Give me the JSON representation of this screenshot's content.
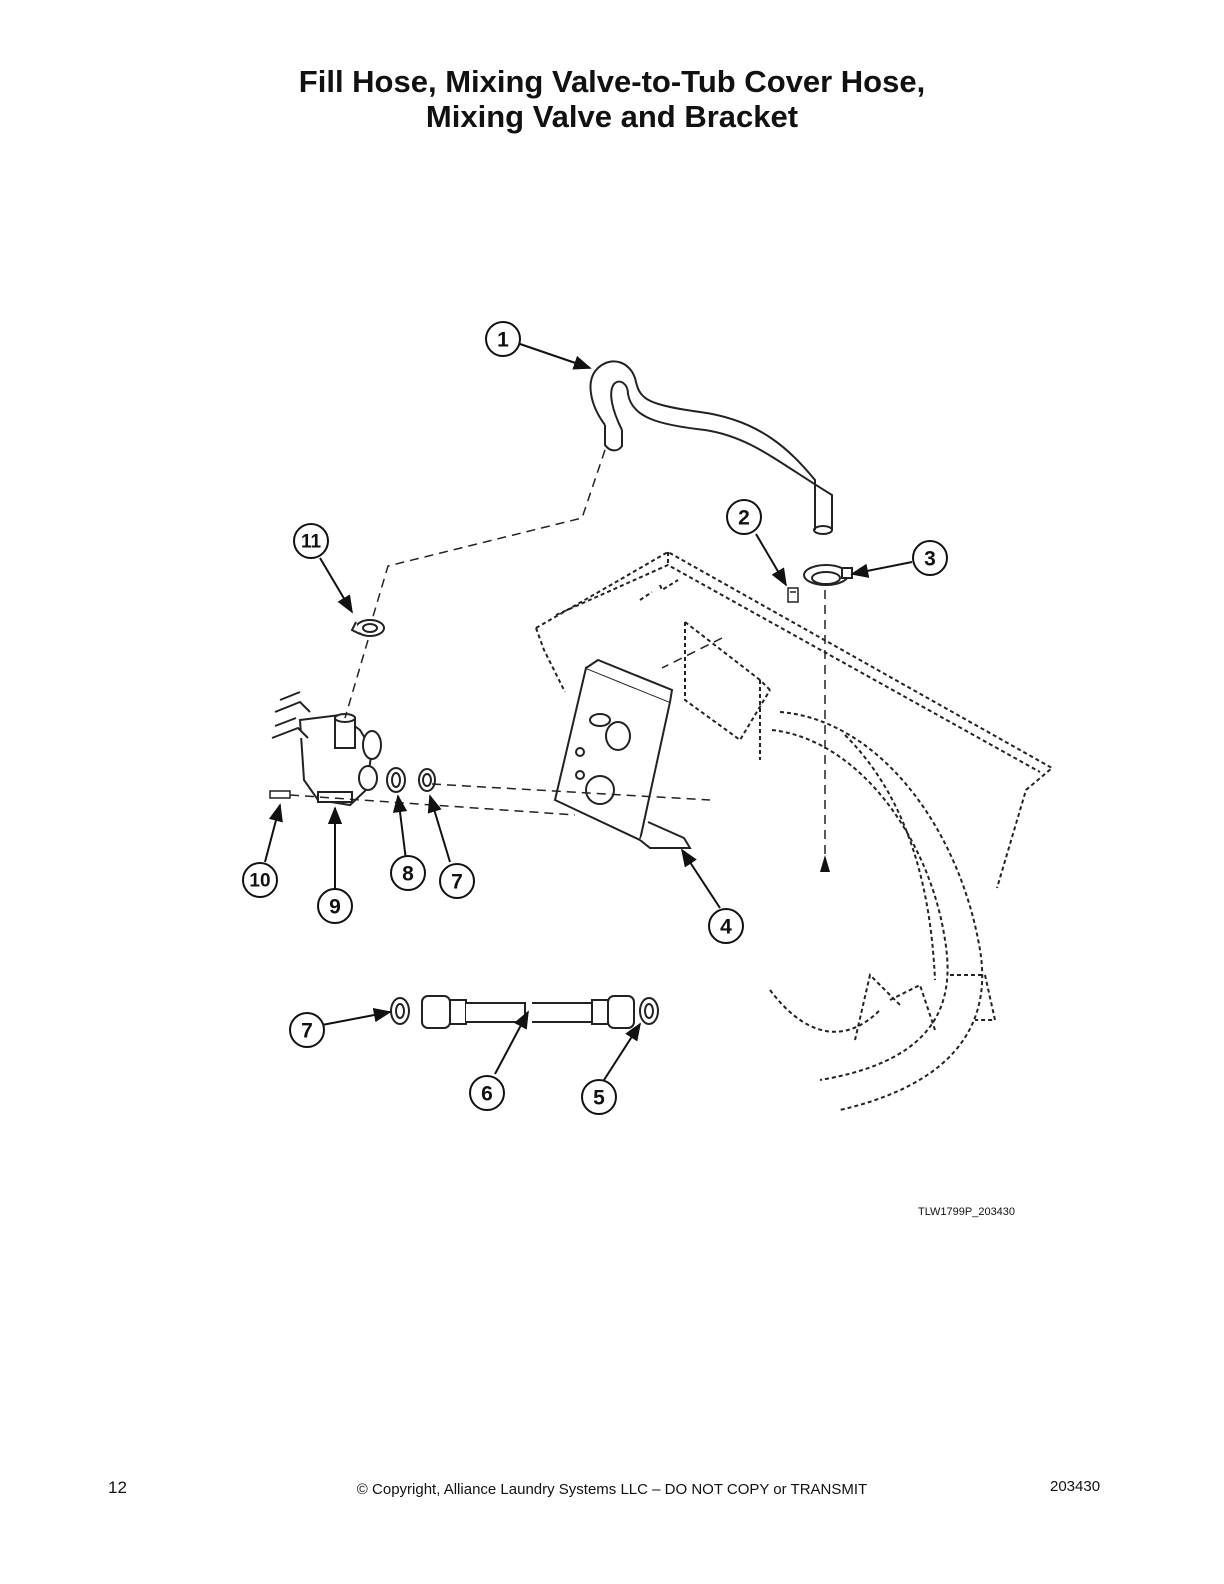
{
  "title": {
    "line1": "Fill Hose, Mixing Valve-to-Tub Cover Hose,",
    "line2": "Mixing Valve and Bracket"
  },
  "callouts": [
    "1",
    "2",
    "3",
    "4",
    "5",
    "6",
    "7",
    "7",
    "8",
    "9",
    "10",
    "11"
  ],
  "drawing_code": "TLW1799P_203430",
  "footer": {
    "page_number": "12",
    "copyright": "© Copyright, Alliance Laundry Systems LLC – DO NOT COPY or TRANSMIT",
    "document_number": "203430"
  }
}
